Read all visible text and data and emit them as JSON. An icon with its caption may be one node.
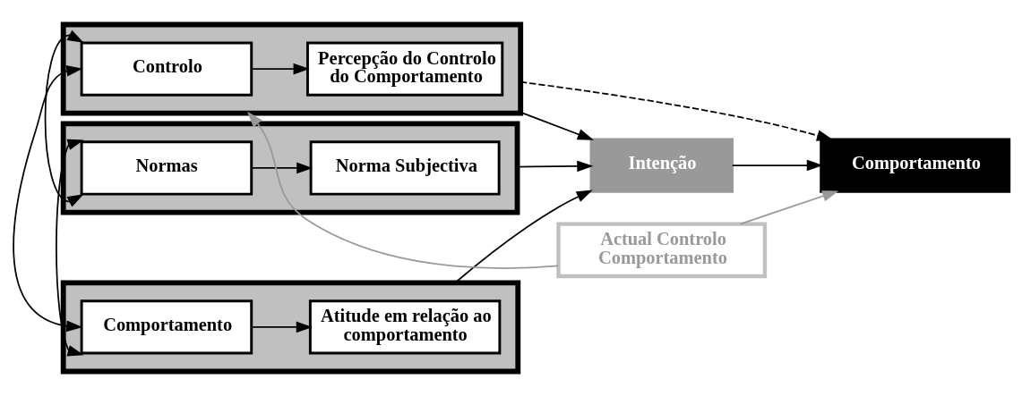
{
  "diagram": {
    "nodes": [
      {
        "text": [],
        "shape": "box"
      },
      {
        "text": [
          "Comportamento"
        ],
        "in": 0
      },
      {
        "text": [
          "Atitude em relação ao comportamento"
        ],
        "in": 0
      },
      {
        "text": [],
        "shape": "box"
      },
      {
        "text": [
          "Normas"
        ],
        "in": 3
      },
      {
        "text": [
          "Norma Subjectiva"
        ],
        "in": 3
      },
      {
        "text": [],
        "shape": "box"
      },
      {
        "text": [
          "Controlo"
        ],
        "in": 6
      },
      {
        "text": [
          "Percepção do Controlo do Comportamento"
        ],
        "in": 6
      },
      {
        "text": [
          "Intenção"
        ]
      },
      {
        "text": [
          "Comportamento"
        ]
      },
      {
        "text": [
          "Actual Controlo Comportamento"
        ]
      }
    ],
    "edges": [
      {
        "from": 1,
        "to": 2,
        "arrow": "to"
      },
      {
        "from": 4,
        "to": 5,
        "arrow": "to"
      },
      {
        "from": 7,
        "to": 8,
        "arrow": "to"
      },
      {
        "from": 0,
        "to": 9,
        "arrow": "to"
      },
      {
        "from": 3,
        "to": 9,
        "arrow": "to"
      },
      {
        "from": 6,
        "to": 9,
        "arrow": "to"
      },
      {
        "from": 9,
        "to": 10,
        "arrow": "to"
      },
      {
        "from": 6,
        "to": 10,
        "arrow": "to",
        "style": "dashed"
      },
      {
        "from": 11,
        "to": 10,
        "arrow": "to",
        "color": "#999999"
      },
      {
        "from": 11,
        "to": 6,
        "arrow": "to",
        "color": "#999999"
      },
      {
        "from": 0,
        "to": 6,
        "arrow": "both"
      },
      {
        "from": 0,
        "to": 3,
        "arrow": "both"
      },
      {
        "from": 3,
        "to": 6,
        "arrow": "both"
      }
    ]
  }
}
